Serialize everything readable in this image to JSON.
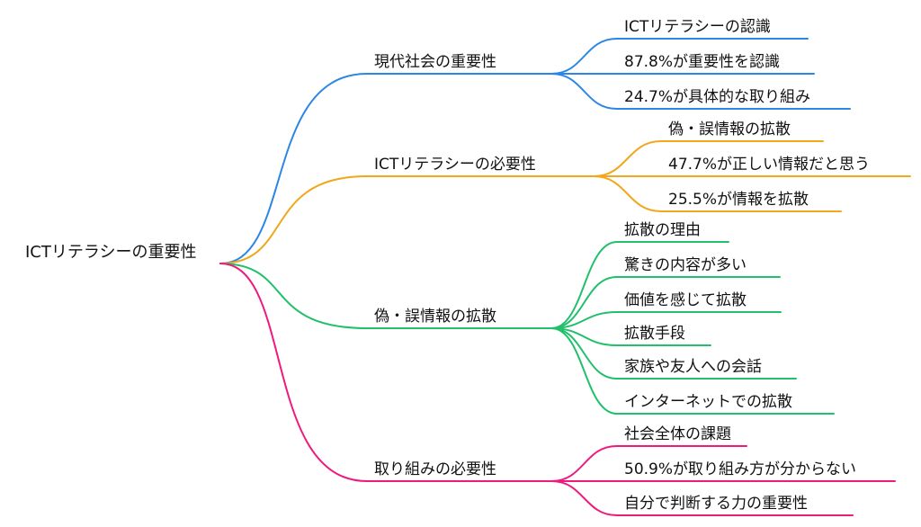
{
  "root": {
    "label": "ICTリテラシーの重要性"
  },
  "branches": [
    {
      "label": "現代社会の重要性",
      "color": "#2b86e6",
      "children": [
        "ICTリテラシーの認識",
        "87.8%が重要性を認識",
        "24.7%が具体的な取り組み"
      ]
    },
    {
      "label": "ICTリテラシーの必要性",
      "color": "#f0a81c",
      "children": [
        "偽・誤情報の拡散",
        "47.7%が正しい情報だと思う",
        "25.5%が情報を拡散"
      ]
    },
    {
      "label": "偽・誤情報の拡散",
      "color": "#21c06a",
      "children": [
        "拡散の理由",
        "驚きの内容が多い",
        "価値を感じて拡散",
        "拡散手段",
        "家族や友人への会話",
        "インターネットでの拡散"
      ]
    },
    {
      "label": "取り組みの必要性",
      "color": "#ef1a7d",
      "children": [
        "社会全体の課題",
        "50.9%が取り組み方が分からない",
        "自分で判断する力の重要性"
      ]
    }
  ]
}
